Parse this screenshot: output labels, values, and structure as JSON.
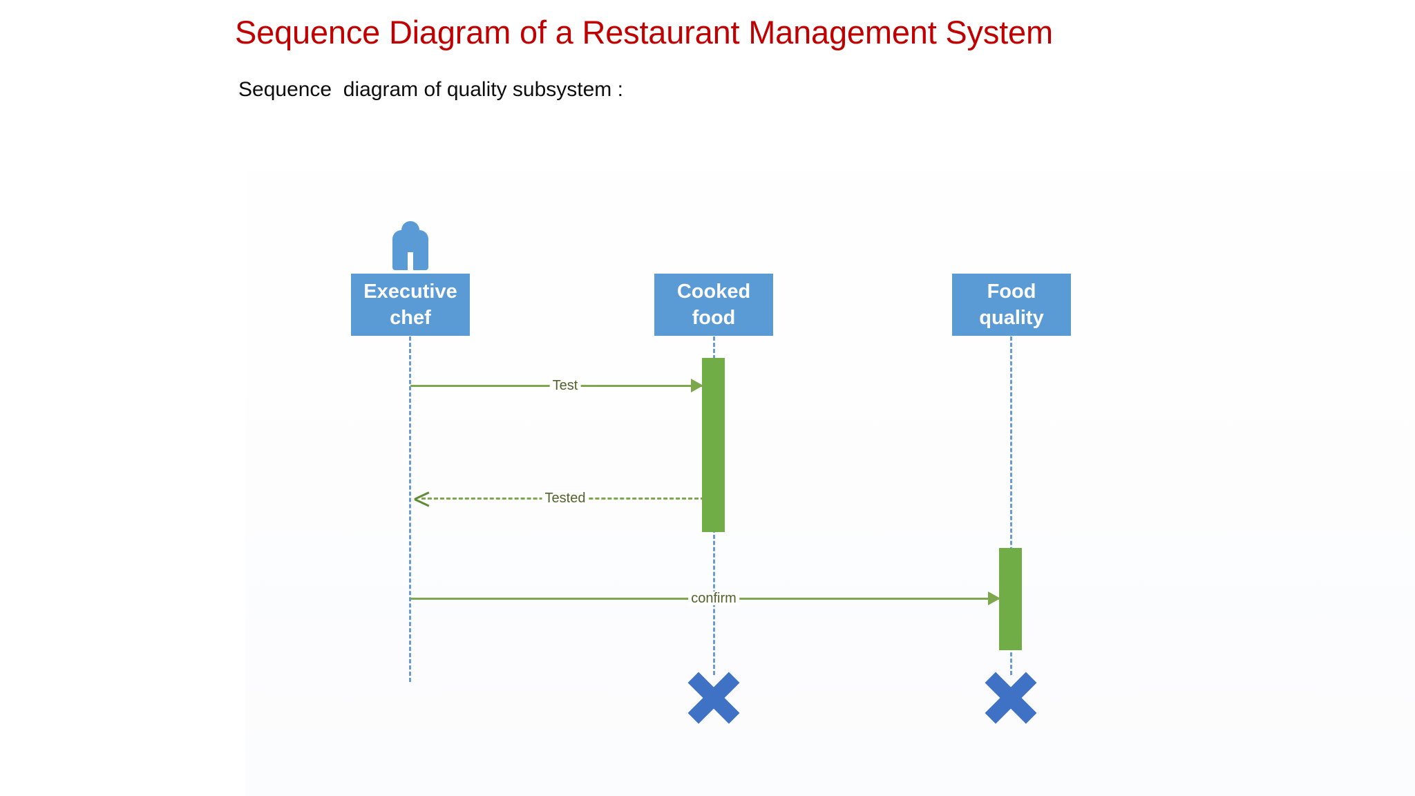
{
  "slide": {
    "title": "Sequence Diagram of a Restaurant Management System",
    "subtitle": "Sequence  diagram of quality subsystem :",
    "title_color": "#C00000",
    "background_color": "#FFFFFF"
  },
  "diagram": {
    "type": "uml-sequence-diagram",
    "colors": {
      "participant_box": "#5B9BD5",
      "participant_label": "#FFFFFF",
      "lifeline": "#6A9BD1",
      "activation_bar": "#70AD47",
      "message_line": "#7DA74C",
      "message_label": "#4F6228",
      "destroy_marker": "#3F72C4"
    },
    "participants": [
      {
        "id": "executive-chef",
        "label": "Executive\nchef",
        "label_line1": "Executive",
        "label_line2": "chef",
        "is_actor": true,
        "actor_icon": "person-icon",
        "destroyed": false
      },
      {
        "id": "cooked-food",
        "label": "Cooked\nfood",
        "label_line1": "Cooked",
        "label_line2": "food",
        "is_actor": false,
        "destroyed": true,
        "destroy_marker": "x-mark-icon"
      },
      {
        "id": "food-quality",
        "label": "Food\nquality",
        "label_line1": "Food",
        "label_line2": "quality",
        "is_actor": false,
        "destroyed": true,
        "destroy_marker": "x-mark-icon"
      }
    ],
    "messages": [
      {
        "id": "msg-test",
        "label": "Test",
        "from": "executive-chef",
        "to": "cooked-food",
        "style": "solid",
        "arrow": "filled",
        "direction": "right"
      },
      {
        "id": "msg-tested",
        "label": "Tested",
        "from": "cooked-food",
        "to": "executive-chef",
        "style": "dashed",
        "arrow": "open",
        "direction": "left"
      },
      {
        "id": "msg-confirm",
        "label": "confirm",
        "from": "executive-chef",
        "to": "food-quality",
        "style": "solid",
        "arrow": "filled",
        "direction": "right"
      }
    ],
    "activations": [
      {
        "id": "activation-cooked-food",
        "participant": "cooked-food"
      },
      {
        "id": "activation-food-quality",
        "participant": "food-quality"
      }
    ]
  }
}
